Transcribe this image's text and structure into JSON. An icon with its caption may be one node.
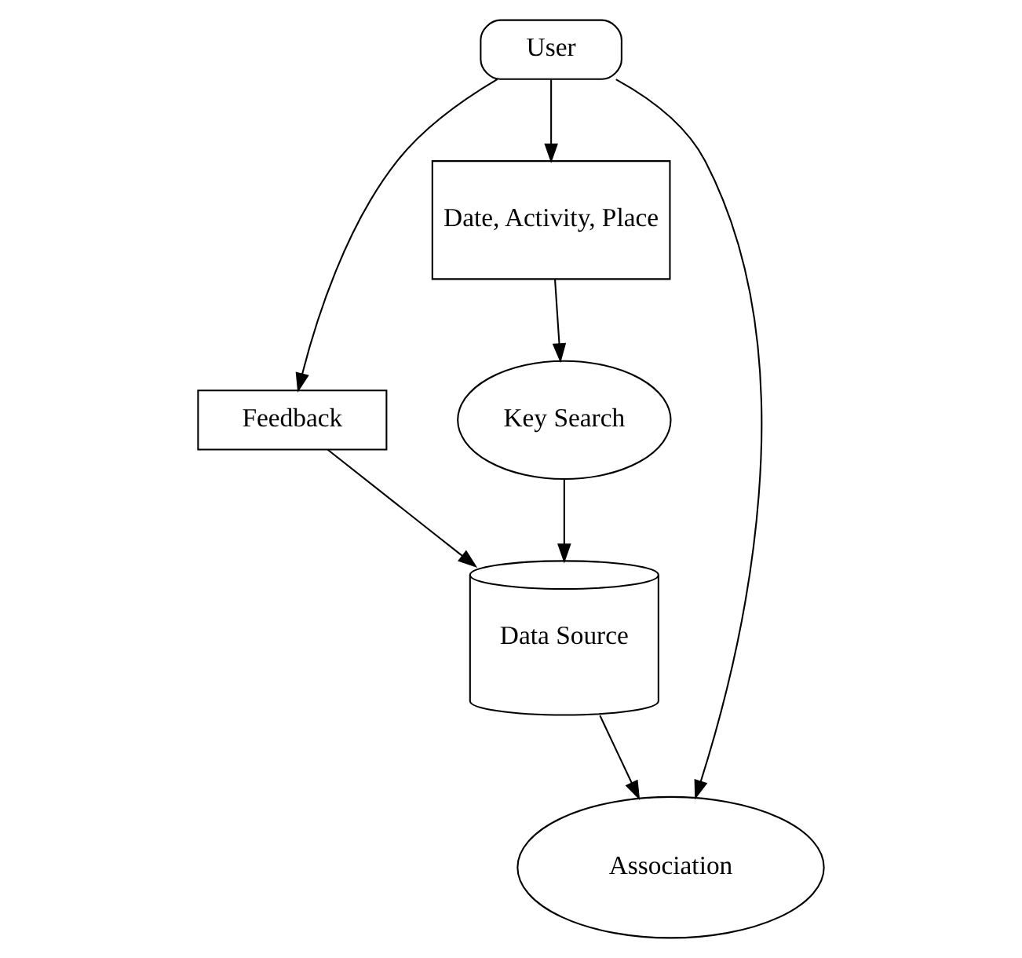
{
  "diagram": {
    "nodes": [
      {
        "text": [
          "User"
        ]
      },
      {
        "text": [
          "Feedback"
        ]
      },
      {
        "text": [
          "Date, Activity, Place"
        ]
      },
      {
        "text": [
          "Association"
        ]
      },
      {
        "text": [
          "Key Search"
        ]
      },
      {
        "text": [
          "Data Source"
        ]
      }
    ],
    "edges": [
      {
        "from": 0,
        "to": 1,
        "arrow": "to"
      },
      {
        "from": 0,
        "to": 3,
        "arrow": "to"
      },
      {
        "from": 0,
        "to": 2,
        "arrow": "to"
      },
      {
        "from": 2,
        "to": 4,
        "arrow": "to"
      },
      {
        "from": 4,
        "to": 5,
        "arrow": "to"
      },
      {
        "from": 5,
        "to": 3,
        "arrow": "to"
      },
      {
        "from": 1,
        "to": 5,
        "arrow": "to"
      }
    ]
  }
}
